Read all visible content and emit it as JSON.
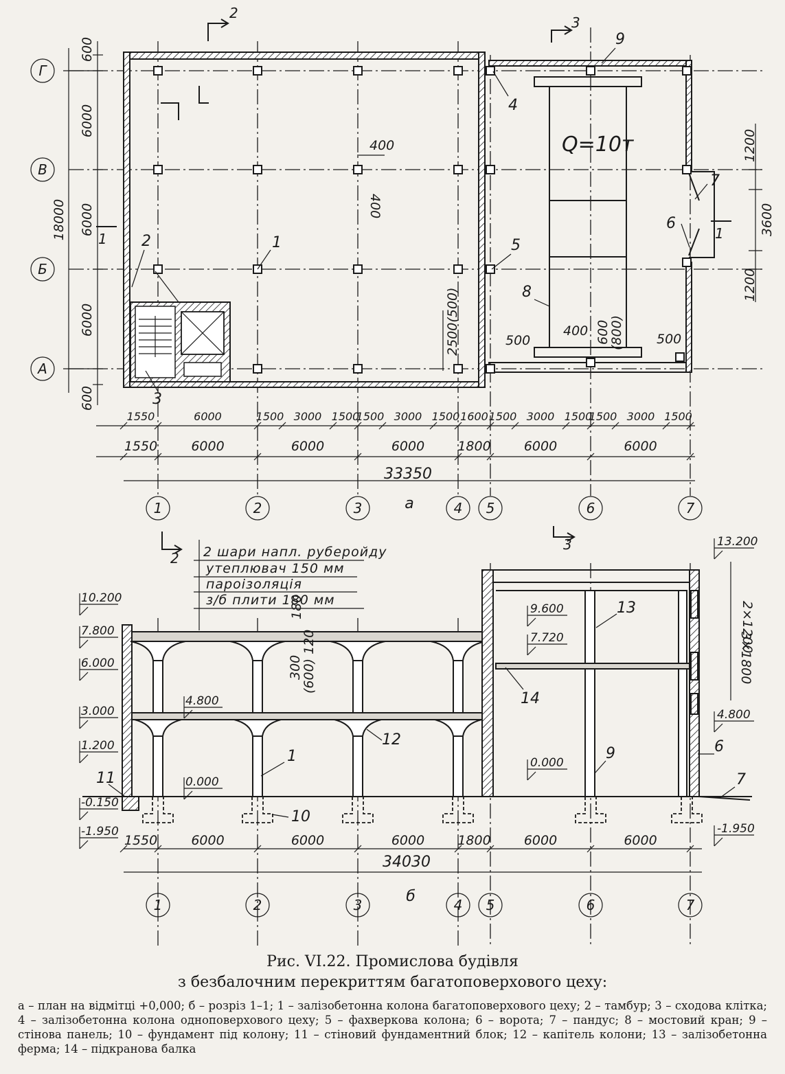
{
  "plan": {
    "view_label": "а",
    "axes_letters": [
      "Г",
      "В",
      "Б",
      "А"
    ],
    "axes_numbers": [
      "1",
      "2",
      "3",
      "4",
      "5",
      "6",
      "7"
    ],
    "section_marks": {
      "s2": "2",
      "s3": "3",
      "s11": "1",
      "s11_below": "1"
    },
    "crane_capacity": "Q=10т",
    "overall_height": "18000",
    "row_dims": [
      "600",
      "6000",
      "6000",
      "6000",
      "600"
    ],
    "right_dims": [
      "1200",
      "3600",
      "1200"
    ],
    "dims_row1": [
      "1550",
      "6000",
      "1500",
      "3000",
      "1500",
      "1500",
      "3000",
      "1500",
      "1600",
      "1500",
      "3000",
      "1500",
      "1500",
      "3000",
      "1500"
    ],
    "dims_row2": [
      "1550",
      "6000",
      "6000",
      "6000",
      "1800",
      "6000",
      "6000"
    ],
    "overall_width": "33350",
    "local_dims": {
      "col_400": "400",
      "col_400v": "400",
      "d_2500": "2500(500)",
      "d_500_left": "500",
      "d_400_right": "400",
      "d_600": "600",
      "d_800": "(800)",
      "d_500_right": "500"
    },
    "callouts": [
      "1",
      "2",
      "3",
      "4",
      "5",
      "6",
      "7",
      "8",
      "9"
    ]
  },
  "section": {
    "view_label": "б",
    "axes_numbers": [
      "1",
      "2",
      "3",
      "4",
      "5",
      "6",
      "7"
    ],
    "section_marks": {
      "s2": "2",
      "s3": "3"
    },
    "roof_layers": [
      "2 шари напл. руберойду",
      "утеплювач 150 мм",
      "пароізоляція",
      "з/б плити 180 мм"
    ],
    "levels_left": [
      "10.200",
      "7.800",
      "6.000",
      "4.800",
      "3.000",
      "1.200",
      "0.000",
      "-0.150",
      "-1.950"
    ],
    "levels_right": [
      "13.200",
      "9.600",
      "7.720",
      "0.000",
      "4.800",
      "-1.950"
    ],
    "vertical_dims": {
      "d_180": "180",
      "d_300": "300",
      "d_600_120": "(600) 120",
      "d_2x1200": "2×1200",
      "d_3x1800": "3×1800"
    },
    "dims_bottom": [
      "1550",
      "6000",
      "6000",
      "6000",
      "1800",
      "6000",
      "6000"
    ],
    "overall_width": "34030",
    "callouts": [
      "1",
      "6",
      "7",
      "9",
      "10",
      "11",
      "12",
      "13",
      "14"
    ]
  },
  "caption": {
    "title": "Рис. VI.22. Промислова будівля",
    "subtitle": "з безбалочним перекриттям багатоповерхового цеху:",
    "legend": "а – план на відмітці +0,000; б – розріз 1–1; 1 – залізобетонна колона багатоповерхового цеху; 2 – тамбур; 3 – сходова клітка; 4 – залізобетонна колона одноповерхового цеху; 5 – фахверкова колона; 6 – ворота; 7 – пандус; 8 – мостовий кран; 9 – стінова панель; 10 – фундамент під колону; 11 – стіновий фундаментний блок; 12 – капітель колони; 13 – залізобетонна ферма; 14 – підкранова балка"
  },
  "colors": {
    "ink": "#1a1a1a",
    "paper": "#f3f1ec",
    "slab": "#d9d6cf"
  }
}
